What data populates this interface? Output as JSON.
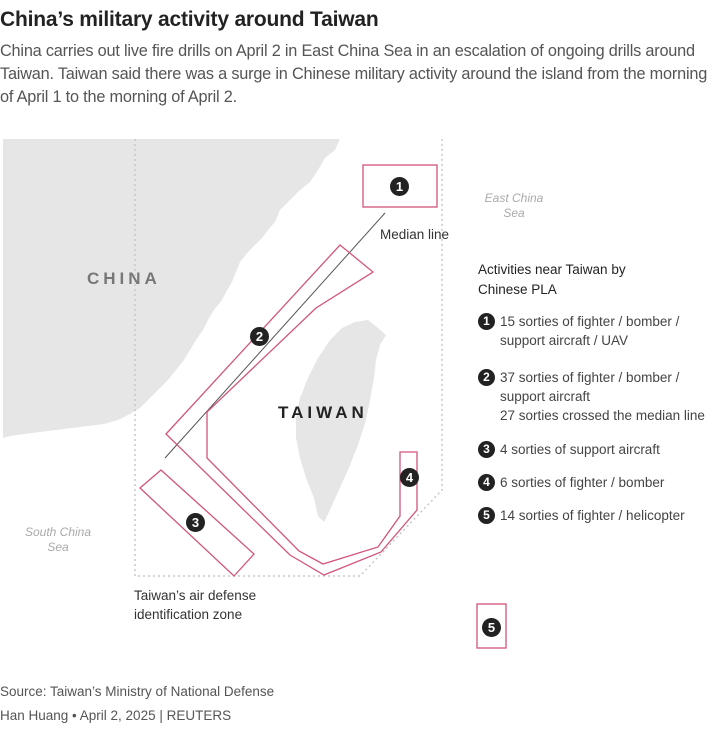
{
  "header": {
    "title": "China’s military activity around Taiwan",
    "subtitle": "China carries out live fire drills on April 2 in East China Sea in an escalation of ongoing drills around Taiwan. Taiwan said there was a surge in Chinese military activity around the island from the morning of April 1 to the morning of April 2."
  },
  "map": {
    "labels": {
      "china": "CHINA",
      "taiwan": "TAIWAN",
      "east_china_sea": [
        "East China",
        "Sea"
      ],
      "south_china_sea": [
        "South China",
        "Sea"
      ],
      "median_line": "Median line",
      "adiz": [
        "Taiwan’s air defense",
        "identification zone"
      ]
    },
    "zone_markers": [
      "1",
      "2",
      "3",
      "4",
      "5"
    ],
    "colors": {
      "land": "#e6e6e6",
      "zone_outline": "#d2557a",
      "median_line": "#555555",
      "adiz_border": "#c8c8c8",
      "badge": "#222222"
    }
  },
  "legend": {
    "title": [
      "Activities near Taiwan by",
      "Chinese PLA"
    ],
    "items": [
      {
        "num": "1",
        "lines": [
          "15 sorties of fighter / bomber /",
          "support aircraft / UAV"
        ]
      },
      {
        "num": "2",
        "lines": [
          "37 sorties of fighter / bomber /",
          "support aircraft",
          "27 sorties crossed the median line"
        ]
      },
      {
        "num": "3",
        "lines": [
          "4 sorties of support aircraft"
        ]
      },
      {
        "num": "4",
        "lines": [
          "6 sorties of fighter / bomber"
        ]
      },
      {
        "num": "5",
        "lines": [
          "14 sorties of fighter / helicopter"
        ]
      }
    ]
  },
  "footer": {
    "source": "Source: Taiwan’s Ministry of National Defense",
    "credit": "Han Huang • April 2, 2025 | REUTERS"
  }
}
